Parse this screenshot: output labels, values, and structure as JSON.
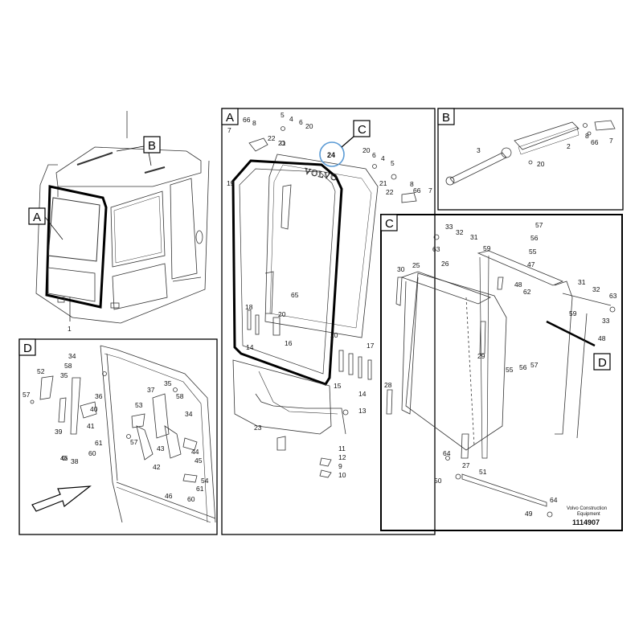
{
  "sections": [
    {
      "id": "A",
      "letter": "A"
    },
    {
      "id": "B",
      "letter": "B"
    },
    {
      "id": "C",
      "letter": "C"
    },
    {
      "id": "D",
      "letter": "D"
    }
  ],
  "callouts": {
    "overview": [
      "A",
      "B",
      "1"
    ],
    "detail_c": [
      "C",
      "24"
    ],
    "detail_d": [
      "D"
    ]
  },
  "labels_a": [
    "66",
    "8",
    "7",
    "22",
    "21",
    "5",
    "4",
    "6",
    "20",
    "20",
    "6",
    "4",
    "5",
    "19",
    "21",
    "22",
    "8",
    "66",
    "7",
    "18",
    "20",
    "65",
    "14",
    "16",
    "20",
    "17",
    "15",
    "14",
    "13",
    "23",
    "11",
    "12",
    "9",
    "10"
  ],
  "labels_b": [
    "3",
    "2",
    "8",
    "66",
    "7",
    "20"
  ],
  "labels_c": [
    "57",
    "56",
    "55",
    "47",
    "33",
    "32",
    "31",
    "63",
    "59",
    "30",
    "25",
    "26",
    "48",
    "62",
    "31",
    "32",
    "63",
    "33",
    "59",
    "29",
    "48",
    "28",
    "55",
    "56",
    "57",
    "64",
    "27",
    "51",
    "50",
    "49",
    "64"
  ],
  "labels_d": [
    "34",
    "58",
    "35",
    "52",
    "36",
    "40",
    "57",
    "41",
    "39",
    "61",
    "46",
    "38",
    "60",
    "37",
    "35",
    "53",
    "58",
    "34",
    "57",
    "43",
    "44",
    "45",
    "42",
    "46",
    "60",
    "54",
    "61"
  ],
  "logo_text": "VOLVO",
  "credit": {
    "line1": "Volvo Construction",
    "line2": "Equipment",
    "number": "1114907"
  },
  "colors": {
    "line": "#1a1a1a",
    "light": "#888888",
    "highlight": "#5b9bd5",
    "background": "#ffffff"
  }
}
